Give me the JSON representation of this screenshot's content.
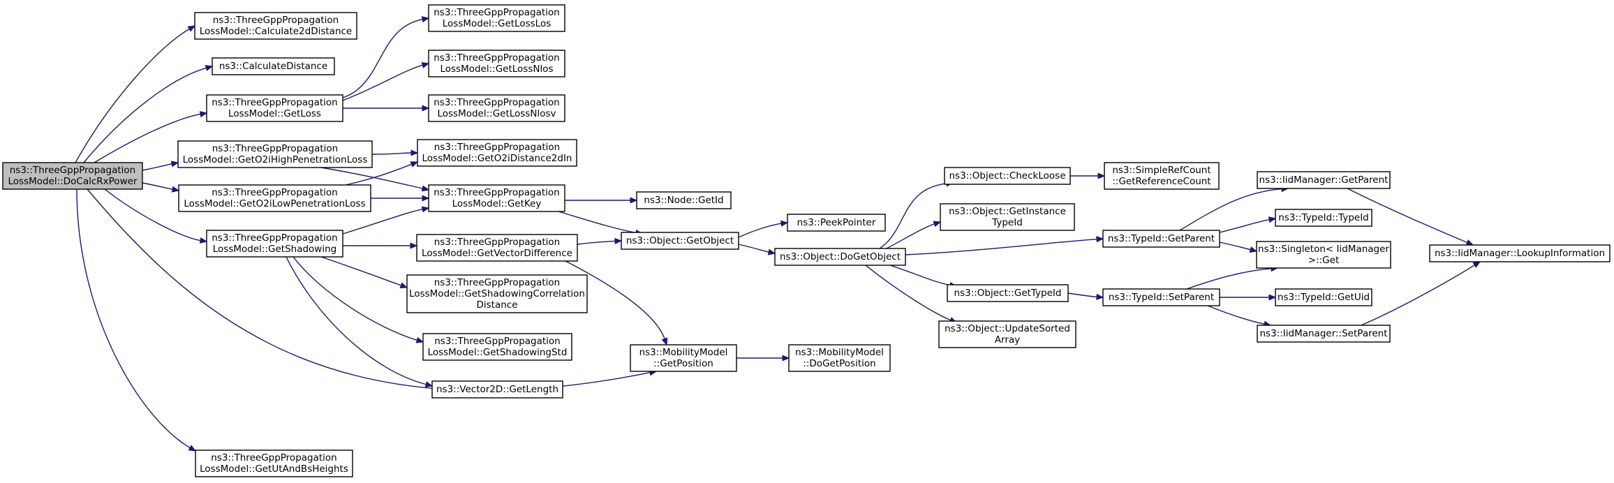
{
  "diagram": {
    "type": "call-graph",
    "colors": {
      "edge": "#191970",
      "root_fill": "#bfbfbf",
      "node_fill": "#ffffff",
      "node_border": "#000000"
    },
    "nodes": [
      {
        "id": "docalc",
        "lines": [
          "ns3::ThreeGppPropagation",
          "LossModel::DoCalcRxPower"
        ],
        "root": true
      },
      {
        "id": "calc2d",
        "lines": [
          "ns3::ThreeGppPropagation",
          "LossModel::Calculate2dDistance"
        ]
      },
      {
        "id": "calcdist",
        "lines": [
          "ns3::CalculateDistance"
        ]
      },
      {
        "id": "getloss",
        "lines": [
          "ns3::ThreeGppPropagation",
          "LossModel::GetLoss"
        ]
      },
      {
        "id": "o2ihigh",
        "lines": [
          "ns3::ThreeGppPropagation",
          "LossModel::GetO2iHighPenetrationLoss"
        ]
      },
      {
        "id": "o2ilow",
        "lines": [
          "ns3::ThreeGppPropagation",
          "LossModel::GetO2iLowPenetrationLoss"
        ]
      },
      {
        "id": "shadowing",
        "lines": [
          "ns3::ThreeGppPropagation",
          "LossModel::GetShadowing"
        ]
      },
      {
        "id": "utbs",
        "lines": [
          "ns3::ThreeGppPropagation",
          "LossModel::GetUtAndBsHeights"
        ]
      },
      {
        "id": "losslos",
        "lines": [
          "ns3::ThreeGppPropagation",
          "LossModel::GetLossLos"
        ]
      },
      {
        "id": "lossnlos",
        "lines": [
          "ns3::ThreeGppPropagation",
          "LossModel::GetLossNlos"
        ]
      },
      {
        "id": "lossnlosv",
        "lines": [
          "ns3::ThreeGppPropagation",
          "LossModel::GetLossNlosv"
        ]
      },
      {
        "id": "o2idist",
        "lines": [
          "ns3::ThreeGppPropagation",
          "LossModel::GetO2iDistance2dIn"
        ]
      },
      {
        "id": "getkey",
        "lines": [
          "ns3::ThreeGppPropagation",
          "LossModel::GetKey"
        ]
      },
      {
        "id": "vecdiff",
        "lines": [
          "ns3::ThreeGppPropagation",
          "LossModel::GetVectorDifference"
        ]
      },
      {
        "id": "shadcorr",
        "lines": [
          "ns3::ThreeGppPropagation",
          "LossModel::GetShadowingCorrelation",
          "Distance"
        ]
      },
      {
        "id": "shadstd",
        "lines": [
          "ns3::ThreeGppPropagation",
          "LossModel::GetShadowingStd"
        ]
      },
      {
        "id": "vec2dlen",
        "lines": [
          "ns3::Vector2D::GetLength"
        ]
      },
      {
        "id": "nodegetid",
        "lines": [
          "ns3::Node::GetId"
        ]
      },
      {
        "id": "getobject",
        "lines": [
          "ns3::Object::GetObject"
        ]
      },
      {
        "id": "mobpos",
        "lines": [
          "ns3::MobilityModel",
          "::GetPosition"
        ]
      },
      {
        "id": "peek",
        "lines": [
          "ns3::PeekPointer"
        ]
      },
      {
        "id": "dogetobject",
        "lines": [
          "ns3::Object::DoGetObject"
        ]
      },
      {
        "id": "mobdopos",
        "lines": [
          "ns3::MobilityModel",
          "::DoGetPosition"
        ]
      },
      {
        "id": "checkloose",
        "lines": [
          "ns3::Object::CheckLoose"
        ]
      },
      {
        "id": "getinst",
        "lines": [
          "ns3::Object::GetInstance",
          "TypeId"
        ]
      },
      {
        "id": "objgettype",
        "lines": [
          "ns3::Object::GetTypeId"
        ]
      },
      {
        "id": "updsorted",
        "lines": [
          "ns3::Object::UpdateSorted",
          "Array"
        ]
      },
      {
        "id": "refcount",
        "lines": [
          "ns3::SimpleRefCount",
          "::GetReferenceCount"
        ]
      },
      {
        "id": "tidgetparent",
        "lines": [
          "ns3::TypeId::GetParent"
        ]
      },
      {
        "id": "tidsetparent",
        "lines": [
          "ns3::TypeId::SetParent"
        ]
      },
      {
        "id": "iidgetparent",
        "lines": [
          "ns3::IidManager::GetParent"
        ]
      },
      {
        "id": "tidtypeid",
        "lines": [
          "ns3::TypeId::TypeId"
        ]
      },
      {
        "id": "singleton",
        "lines": [
          "ns3::Singleton< IidManager",
          " >::Get"
        ]
      },
      {
        "id": "tidgetuid",
        "lines": [
          "ns3::TypeId::GetUid"
        ]
      },
      {
        "id": "iidsetparent",
        "lines": [
          "ns3::IidManager::SetParent"
        ]
      },
      {
        "id": "lookup",
        "lines": [
          "ns3::IidManager::LookupInformation"
        ]
      }
    ],
    "edges": [
      [
        "docalc",
        "calc2d"
      ],
      [
        "docalc",
        "calcdist"
      ],
      [
        "docalc",
        "getloss"
      ],
      [
        "docalc",
        "o2ihigh"
      ],
      [
        "docalc",
        "o2ilow"
      ],
      [
        "docalc",
        "shadowing"
      ],
      [
        "docalc",
        "utbs"
      ],
      [
        "docalc",
        "mobpos"
      ],
      [
        "getloss",
        "losslos"
      ],
      [
        "getloss",
        "lossnlos"
      ],
      [
        "getloss",
        "lossnlosv"
      ],
      [
        "o2ihigh",
        "o2idist"
      ],
      [
        "o2ihigh",
        "getkey"
      ],
      [
        "o2ilow",
        "o2idist"
      ],
      [
        "o2ilow",
        "getkey"
      ],
      [
        "shadowing",
        "getkey"
      ],
      [
        "shadowing",
        "vecdiff"
      ],
      [
        "shadowing",
        "shadcorr"
      ],
      [
        "shadowing",
        "shadstd"
      ],
      [
        "shadowing",
        "vec2dlen"
      ],
      [
        "getkey",
        "nodegetid"
      ],
      [
        "getkey",
        "getobject"
      ],
      [
        "vecdiff",
        "getobject"
      ],
      [
        "vecdiff",
        "mobpos"
      ],
      [
        "getobject",
        "peek"
      ],
      [
        "getobject",
        "dogetobject"
      ],
      [
        "mobpos",
        "mobdopos"
      ],
      [
        "dogetobject",
        "checkloose"
      ],
      [
        "dogetobject",
        "getinst"
      ],
      [
        "dogetobject",
        "tidgetparent"
      ],
      [
        "dogetobject",
        "objgettype"
      ],
      [
        "dogetobject",
        "updsorted"
      ],
      [
        "checkloose",
        "refcount"
      ],
      [
        "objgettype",
        "tidsetparent"
      ],
      [
        "tidgetparent",
        "iidgetparent"
      ],
      [
        "tidgetparent",
        "tidtypeid"
      ],
      [
        "tidgetparent",
        "singleton"
      ],
      [
        "tidsetparent",
        "singleton"
      ],
      [
        "tidsetparent",
        "tidgetuid"
      ],
      [
        "tidsetparent",
        "iidsetparent"
      ],
      [
        "iidgetparent",
        "lookup"
      ],
      [
        "iidsetparent",
        "lookup"
      ]
    ]
  }
}
